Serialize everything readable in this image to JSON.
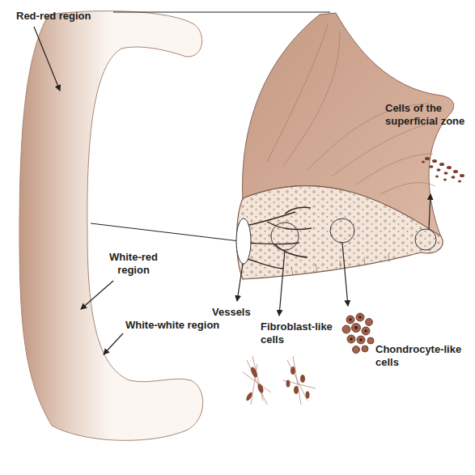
{
  "diagram": {
    "labels": [
      "Red-red region",
      "Cells of the superficial zone",
      "White-red region",
      "White-white region",
      "Vessels",
      "Fibroblast-like cells",
      "Chondrocyte-like cells"
    ]
  }
}
